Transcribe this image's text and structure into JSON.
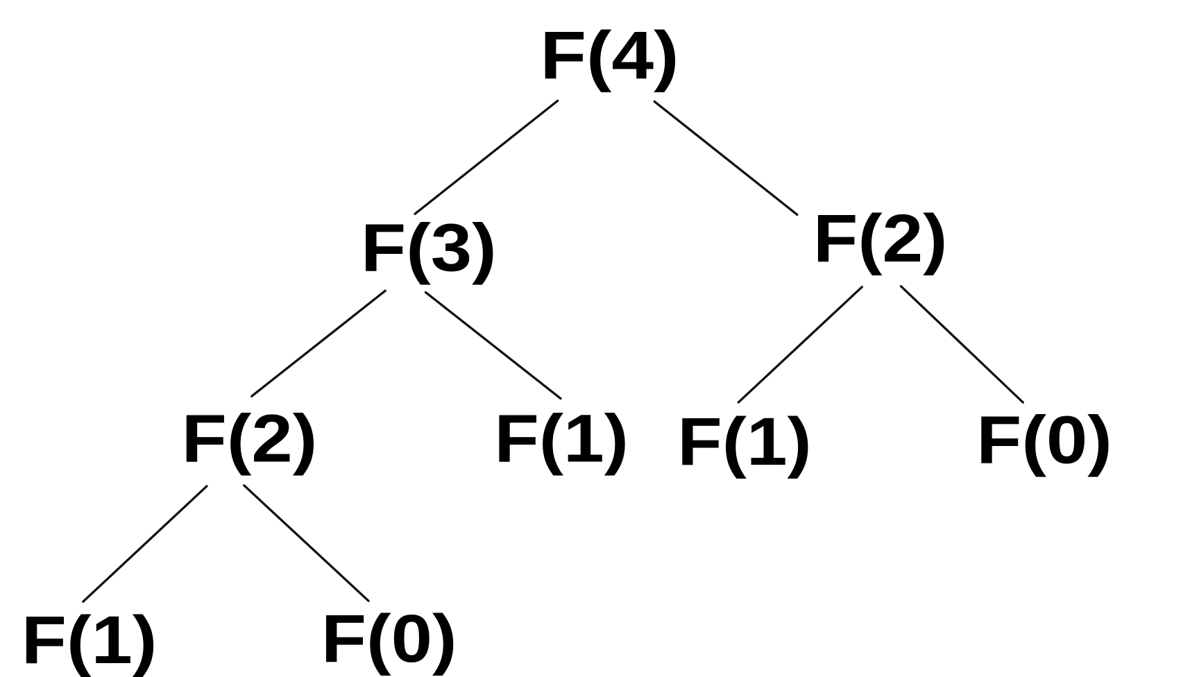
{
  "title": "Fibonacci recursion tree",
  "nodes": {
    "root": "F(4)",
    "l": "F(3)",
    "r": "F(2)",
    "ll": "F(2)",
    "lr": "F(1)",
    "rl": "F(1)",
    "rr": "F(0)",
    "lll": "F(1)",
    "llr": "F(0)"
  },
  "edges": [
    [
      "root",
      "l"
    ],
    [
      "root",
      "r"
    ],
    [
      "l",
      "ll"
    ],
    [
      "l",
      "lr"
    ],
    [
      "r",
      "rl"
    ],
    [
      "r",
      "rr"
    ],
    [
      "ll",
      "lll"
    ],
    [
      "ll",
      "llr"
    ]
  ],
  "colors": {
    "text": "#000000",
    "edge": "#111111",
    "background": "#ffffff"
  }
}
